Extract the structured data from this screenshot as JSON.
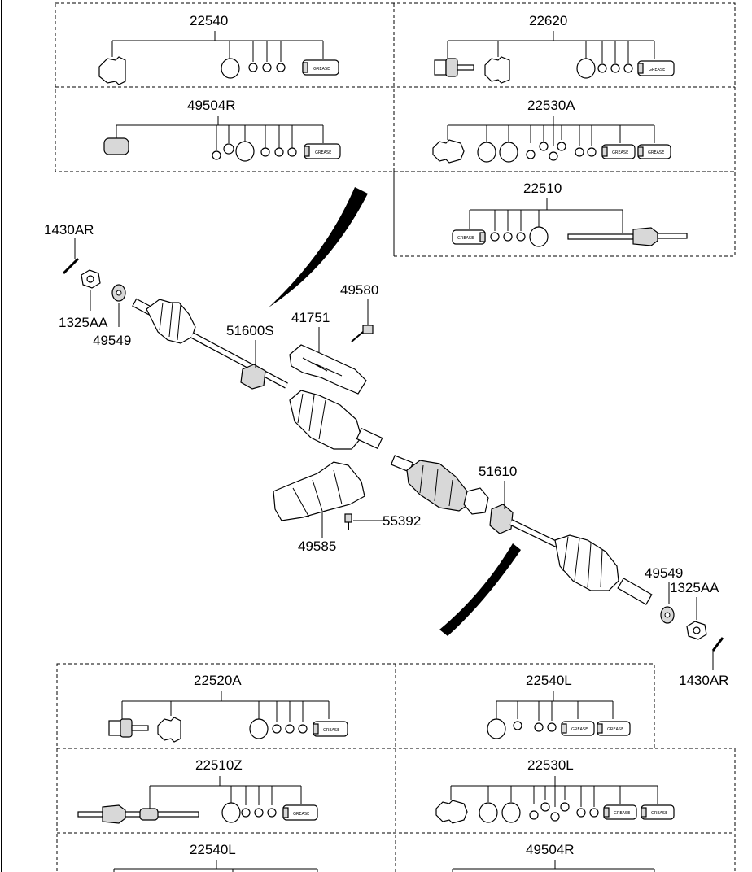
{
  "kits": {
    "k22540": "22540",
    "k22620": "22620",
    "k49504R": "49504R",
    "k22530A": "22530A",
    "k22510": "22510",
    "k22520A": "22520A",
    "k22540L": "22540L",
    "k22510Z": "22510Z",
    "k22530L": "22530L",
    "k22540L_b": "22540L",
    "k49504R_b": "49504R"
  },
  "callouts": {
    "c1430AR_top": "1430AR",
    "c1325AA_top": "1325AA",
    "c49549_top": "49549",
    "c51600S": "51600S",
    "c41751": "41751",
    "c49580": "49580",
    "c51610": "51610",
    "c55392": "55392",
    "c49585": "49585",
    "c49549_bot": "49549",
    "c1325AA_bot": "1325AA",
    "c1430AR_bot": "1430AR"
  },
  "grease_label": "GREASE"
}
